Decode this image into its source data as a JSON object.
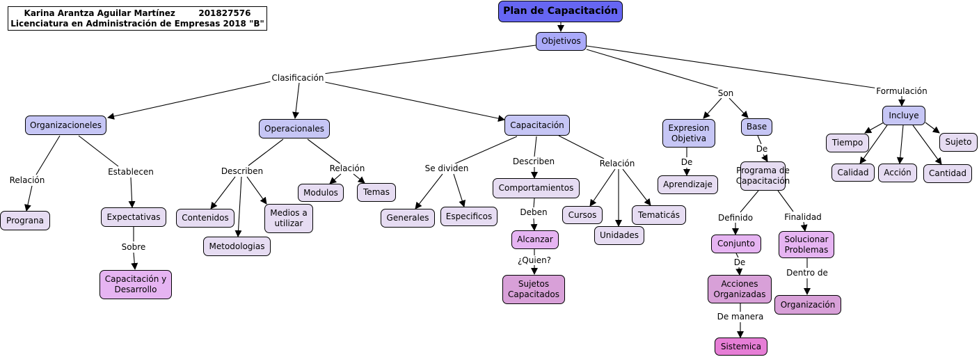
{
  "header": {
    "line1": "Karina Arantza Aguilar Martínez        201827576",
    "line2": "Licenciatura en Administración de Empresas 2018 \"B\""
  },
  "nodes": {
    "root": "Plan de Capacitación",
    "objetivos": "Objetivos",
    "organizacioneles": "Organizacioneles",
    "operacionales": "Operacionales",
    "capacitacion": "Capacitación",
    "expresion": "Expresion Objetiva",
    "base": "Base",
    "incluye": "Incluye",
    "programa": "Programa de Capacitación",
    "aprendizaje": "Aprendizaje",
    "tiempo": "Tiempo",
    "sujeto": "Sujeto",
    "calidad": "Calidad",
    "accion": "Acción",
    "cantidad": "Cantidad",
    "prograna": "Prograna",
    "expectativas": "Expectativas",
    "cap_des": "Capacitación y Desarrollo",
    "contenidos": "Contenidos",
    "metodologias": "Metodologias",
    "medios": "Medios a utilizar",
    "modulos": "Modulos",
    "temas": "Temas",
    "generales": "Generales",
    "especificos": "Especificos",
    "comportamientos": "Comportamientos",
    "alcanzar": "Alcanzar",
    "sujetos_cap": "Sujetos Capacitados",
    "cursos": "Cursos",
    "unidades": "Unidades",
    "tematicas": "Tematicás",
    "conjunto": "Conjunto",
    "solucionar": "Solucionar Problemas",
    "acciones": "Acciones Organizadas",
    "organizacion": "Organización",
    "sistemica": "Sistemica"
  },
  "links": {
    "clasificacion": "Clasificación",
    "son": "Son",
    "formulacion": "Formulación",
    "relacion_org": "Relación",
    "establecen": "Establecen",
    "sobre": "Sobre",
    "describen_op": "Describen",
    "relacion_op": "Relación",
    "se_dividen": "Se dividen",
    "describen_cap": "Describen",
    "relacion_cap": "Relación",
    "deben": "Deben",
    "quien": "¿Quien?",
    "de_expr": "De",
    "de_base": "De",
    "definido": "Definido",
    "finalidad": "Finalidad",
    "de_conj": "De",
    "dentro_de": "Dentro de",
    "de_manera": "De manera"
  },
  "colors": {
    "root": "#6666f2",
    "level1": "#aaaaf9",
    "level2": "#c6c6f5",
    "leaf": "#e6dcf2",
    "pink": "#e6b4f2",
    "pink_dark": "#d8a0d8",
    "magenta": "#e67ed6"
  }
}
